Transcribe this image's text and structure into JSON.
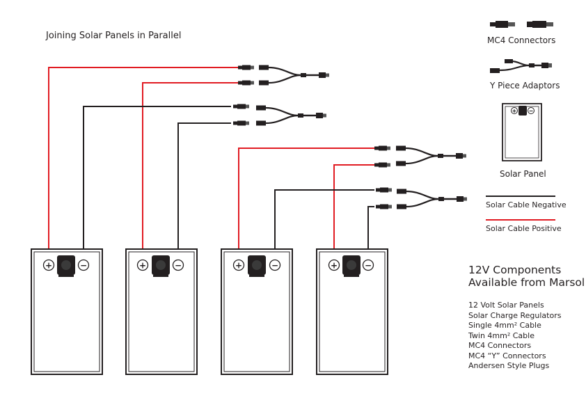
{
  "title": "Joining Solar Panels in Parallel",
  "legend": {
    "mc4": "MC4 Connectors",
    "y_piece": "Y Piece Adaptors",
    "solar_panel": "Solar Panel",
    "negative": "Solar Cable Negative",
    "positive": "Solar Cable Positive"
  },
  "symbols": {
    "plus": "+",
    "minus": "−"
  },
  "components": {
    "heading_line1": "12V Components",
    "heading_line2": "Available from Marsol",
    "items": [
      "12 Volt Solar Panels",
      "Solar Charge Regulators",
      "Single  4mm² Cable",
      "Twin  4mm² Cable",
      "MC4 Connectors",
      "MC4  “Y” Connectors",
      "Andersen Style Plugs"
    ]
  },
  "colors": {
    "positive": "#e11b22",
    "negative": "#231f20",
    "panel_stroke": "#231f20"
  }
}
